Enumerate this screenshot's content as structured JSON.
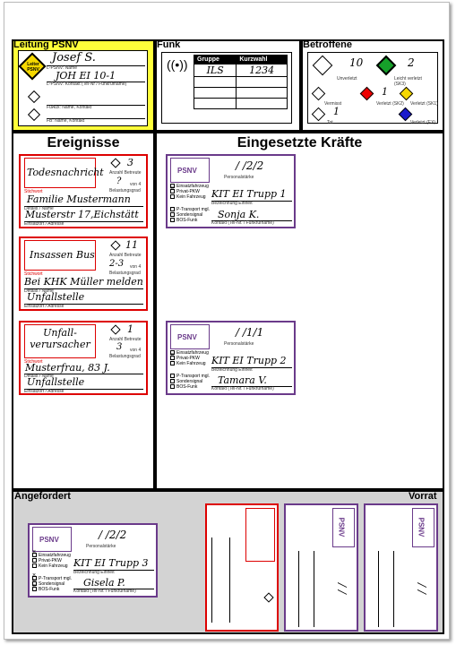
{
  "sections": {
    "leitung": "Leitung PSNV",
    "funk": "Funk",
    "betroffene": "Betroffene",
    "ereignisse": "Ereignisse",
    "kraefte": "Eingesetzte Kräfte",
    "angefordert": "Angefordert",
    "vorrat": "Vorrat"
  },
  "leitung": {
    "badge": "Leiter PSNV",
    "name": "Josef S.",
    "name_label": "L-PSNV: Name",
    "contact": "JOH EI 10-1",
    "contact_label": "L-PSNV: Kontakt (Tel-Nr / Funkrufname)",
    "fuaux_label": "FüAux: Name, Kontakt",
    "fb_label": "FB: Name, Kontakt"
  },
  "funk": {
    "col1": "Gruppe",
    "col2": "Kurzwahl",
    "rows": [
      [
        "ILS",
        "1234"
      ],
      [
        "",
        ""
      ],
      [
        "",
        ""
      ],
      [
        "",
        ""
      ]
    ]
  },
  "betroffene": {
    "unverletzt_count": "10",
    "unverletzt_label": "Unverletzt",
    "leicht_count": "2",
    "leicht_label": "Leicht verletzt (SK3)",
    "vermisst_label": "Vermisst",
    "schwer_count": "1",
    "schwer_label": "Verletzt (SK2)",
    "sk1_label": "Verletzt (SK1)",
    "tot_count": "1",
    "tot_label": "Tot",
    "ex_label": "Verletzt (EX)"
  },
  "ereignisse": [
    {
      "stichwort": "Todesnachricht",
      "betreute": "3",
      "grad": "?",
      "von": "von 4",
      "details": "Familie Mustermann",
      "ort": "Musterstr 17,Eichstätt"
    },
    {
      "stichwort": "Insassen Bus",
      "betreute": "11",
      "grad": "2-3",
      "von": "von 4",
      "details": "Bei KHK Müller melden",
      "ort": "Unfallstelle"
    },
    {
      "stichwort": "Unfall-verursacher",
      "betreute": "1",
      "grad": "3",
      "von": "von 4",
      "details": "Musterfrau, 83 J.",
      "ort": "Unfallstelle"
    }
  ],
  "event_labels": {
    "betreute": "Anzahl Betreute",
    "grad": "Belastungsgrad",
    "stichwort": "Stichwort",
    "details": "Details / Name",
    "ort": "Einsatzort / Adresse"
  },
  "kraefte": [
    {
      "psnv": "PSNV",
      "staerke": "/ /2/2",
      "einheit": "KIT EI Trupp 1",
      "kontakt": "Sonja K."
    },
    {
      "psnv": "PSNV",
      "staerke": "/ /1/1",
      "einheit": "KIT EI Trupp 2",
      "kontakt": "Tamara V."
    }
  ],
  "kraft_labels": {
    "staerke": "Personalstärke",
    "einheit": "Bezeichnung Einheit",
    "kontakt": "Kontakt (Tel-Nr. / Funkrufname)",
    "opt1": "Einsatzfahrzeug",
    "opt2": "Privat-PKW",
    "opt3": "Kein Fahrzeug",
    "opt4": "P-Transport mgl.",
    "opt5": "Sondersignal",
    "opt6": "BOS-Funk"
  },
  "angefordert": {
    "psnv": "PSNV",
    "staerke": "/ /2/2",
    "einheit": "KIT EI Trupp 3",
    "kontakt": "Gisela P."
  },
  "vorrat": {
    "psnv": "PSNV",
    "staerke": "/ /"
  }
}
